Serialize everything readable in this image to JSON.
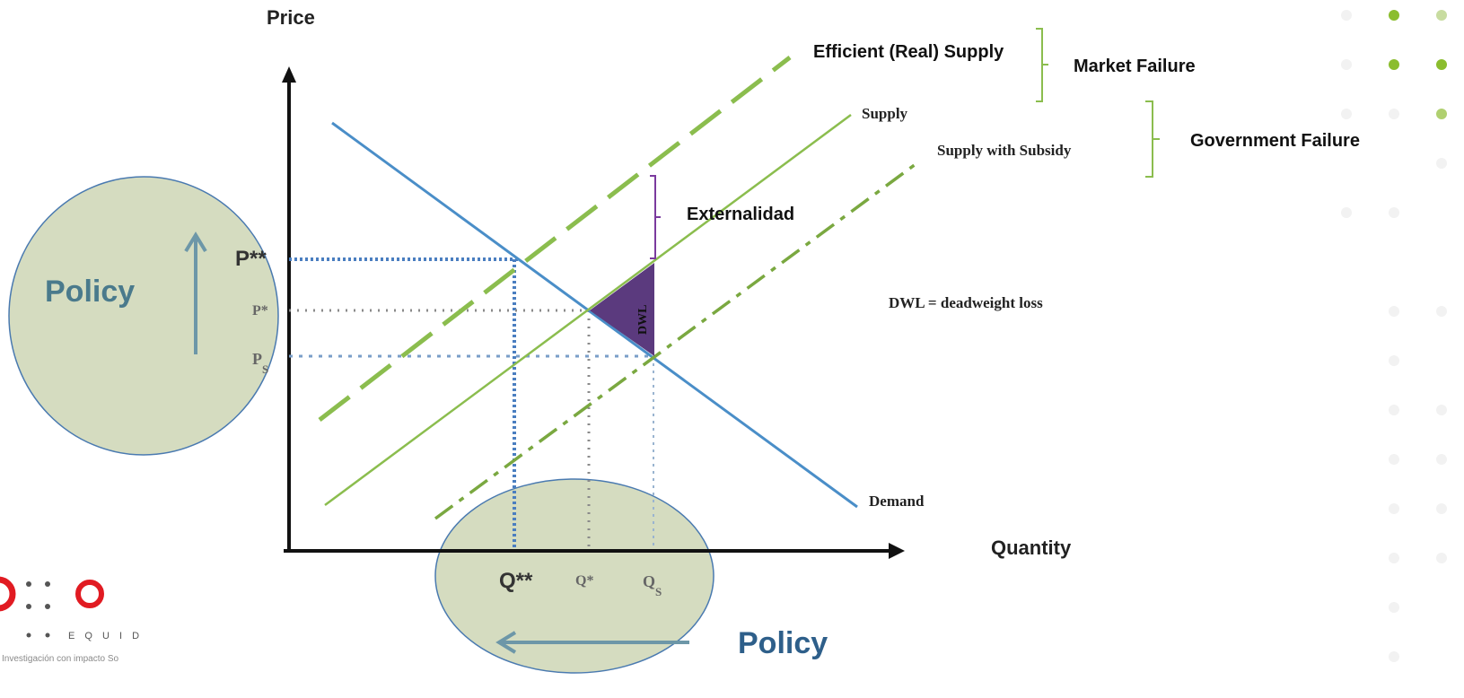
{
  "axes": {
    "y_label": "Price",
    "x_label": "Quantity"
  },
  "curves": {
    "efficient_supply": "Efficient (Real) Supply",
    "supply": "Supply",
    "supply_subsidy": "Supply with Subsidy",
    "demand": "Demand"
  },
  "brackets": {
    "market_failure": "Market Failure",
    "government_failure": "Government Failure",
    "externality": "Externalidad"
  },
  "dwl": {
    "triangle_label": "DWL",
    "legend": "DWL = deadweight loss"
  },
  "price_levels": {
    "p_double_star": "P**",
    "p_star": "P*",
    "p_s_main": "P",
    "p_s_sub": "S"
  },
  "quantity_levels": {
    "q_double_star": "Q**",
    "q_star": "Q*",
    "q_s_main": "Q",
    "q_s_sub": "S"
  },
  "policy": {
    "left": "Policy",
    "bottom": "Policy"
  },
  "logo": {
    "brand": "E Q U I D",
    "tagline": "Investigación con impacto So"
  },
  "colors": {
    "efficient_supply": "#8bbd4e",
    "supply": "#8bbd4e",
    "demand": "#4a8ec8",
    "dwl_fill": "#5b3a7e",
    "bracket_green": "#8bbd4e",
    "bracket_purple": "#7b3a9e",
    "policy_fill": "#d5dcc0",
    "policy_text": "#4a7a8c",
    "bottom_policy_text": "#2e5f8a",
    "logo_red": "#e11b22"
  }
}
